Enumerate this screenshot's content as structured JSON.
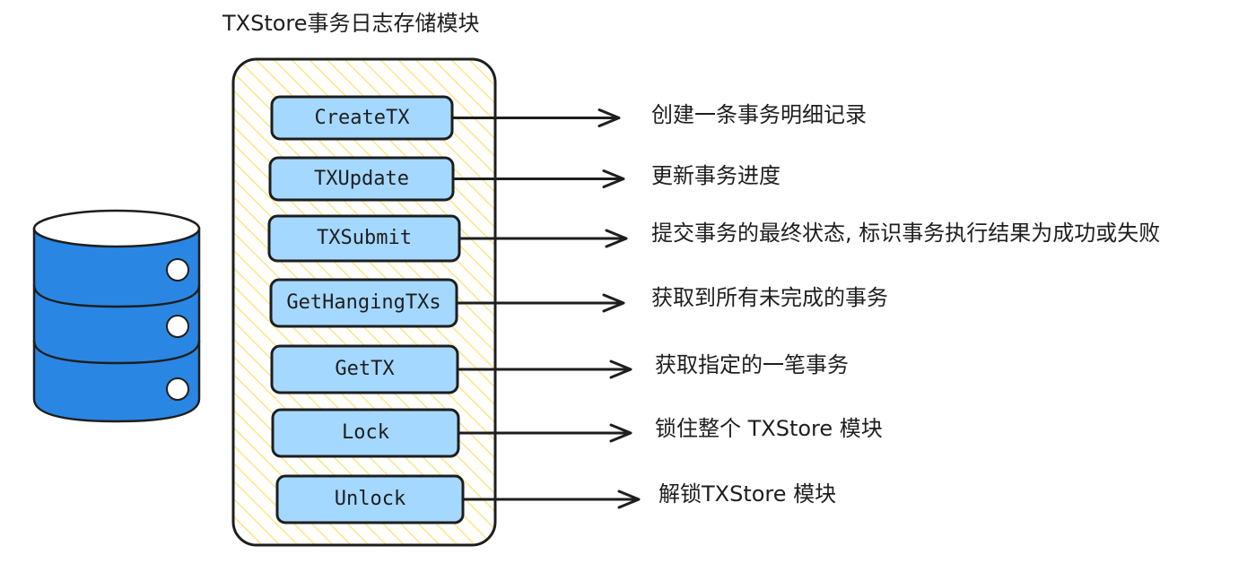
{
  "title": "TXStore事务日志存储模块",
  "colors": {
    "database_fill": "#2a86e3",
    "container_hatch": "#fbe68a",
    "method_fill": "#a5d8ff",
    "stroke": "#1e1e1e"
  },
  "icons": [
    "database-icon"
  ],
  "methods": [
    {
      "name": "CreateTX",
      "description": "创建一条事务明细记录"
    },
    {
      "name": "TXUpdate",
      "description": "更新事务进度"
    },
    {
      "name": "TXSubmit",
      "description": "提交事务的最终状态, 标识事务执行结果为成功或失败"
    },
    {
      "name": "GetHangingTXs",
      "description": "获取到所有未完成的事务"
    },
    {
      "name": "GetTX",
      "description": "获取指定的一笔事务"
    },
    {
      "name": "Lock",
      "description": "锁住整个 TXStore 模块"
    },
    {
      "name": "Unlock",
      "description": "解锁TXStore 模块"
    }
  ]
}
